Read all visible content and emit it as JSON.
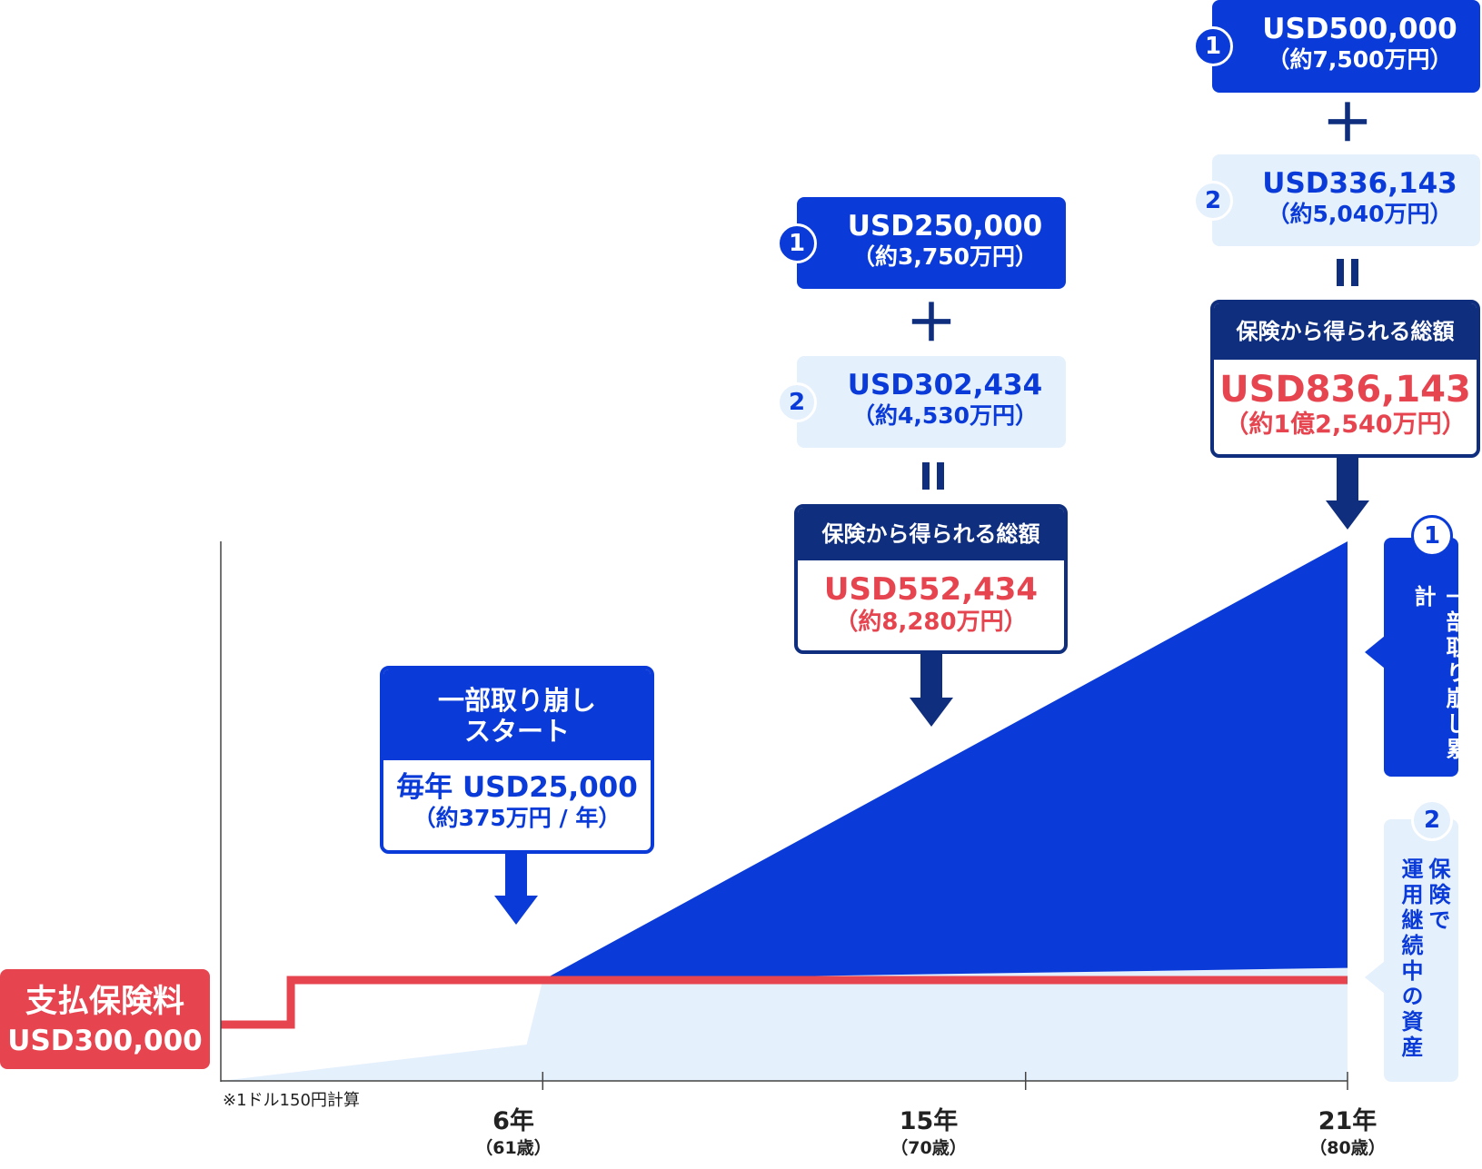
{
  "chart_data": {
    "type": "area",
    "x_axis": {
      "ticks": [
        {
          "year": 6,
          "label": "6年",
          "sub": "（61歳）"
        },
        {
          "year": 15,
          "label": "15年",
          "sub": "（70歳）"
        },
        {
          "year": 21,
          "label": "21年",
          "sub": "（80歳）"
        }
      ],
      "note": "※1ドル150円計算"
    },
    "series": [
      {
        "name": "一部取り崩し累計",
        "color": "#0a3bd8",
        "x": [
          6,
          21
        ],
        "values": [
          0,
          500000
        ]
      },
      {
        "name": "保険で運用継続中の資産",
        "color": "#e5f0fd",
        "x": [
          0,
          6,
          21
        ],
        "values": [
          0,
          300000,
          336143
        ]
      },
      {
        "name": "支払保険料",
        "color": "#e64550",
        "x": [
          0,
          1,
          21
        ],
        "values": [
          100000,
          300000,
          300000
        ]
      }
    ],
    "premium": {
      "label": "支払保険料",
      "value": "USD300,000"
    }
  },
  "callouts": {
    "start": {
      "title_line1": "一部取り崩し",
      "title_line2": "スタート",
      "amount": "毎年 USD25,000",
      "yen": "（約375万円 / 年）"
    },
    "year15": {
      "item1": {
        "num": "1",
        "amount": "USD250,000",
        "yen": "（約3,750万円）"
      },
      "item2": {
        "num": "2",
        "amount": "USD302,434",
        "yen": "（約4,530万円）"
      },
      "plus": "＋",
      "total_label": "保険から得られる総額",
      "total_amount": "USD552,434",
      "total_yen": "（約8,280万円）"
    },
    "year21": {
      "item1": {
        "num": "1",
        "amount": "USD500,000",
        "yen": "（約7,500万円）"
      },
      "item2": {
        "num": "2",
        "amount": "USD336,143",
        "yen": "（約5,040万円）"
      },
      "plus": "＋",
      "total_label": "保険から得られる総額",
      "total_amount": "USD836,143",
      "total_yen": "（約1億2,540万円）"
    }
  },
  "legend": {
    "item1": {
      "num": "1",
      "label": "一部取り崩し累計"
    },
    "item2": {
      "num": "2",
      "label_line1": "保険で",
      "label_line2": "運用継続中の資産"
    }
  },
  "colors": {
    "blue": "#0a3bd8",
    "navy": "#0f2e7e",
    "light": "#e5f0fd",
    "red": "#e64550"
  }
}
